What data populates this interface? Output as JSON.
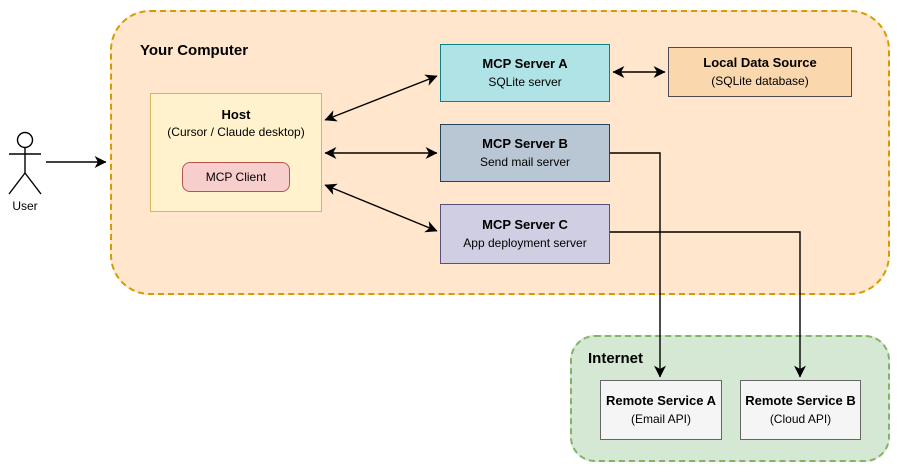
{
  "diagram": {
    "user": {
      "label": "User"
    },
    "your_computer": {
      "label": "Your Computer",
      "host": {
        "title": "Host",
        "subtitle": "(Cursor / Claude desktop)",
        "client_label": "MCP Client"
      },
      "servers": [
        {
          "title": "MCP Server A",
          "subtitle": "SQLite server"
        },
        {
          "title": "MCP Server B",
          "subtitle": "Send mail server"
        },
        {
          "title": "MCP Server C",
          "subtitle": "App deployment server"
        }
      ],
      "local_data_source": {
        "title": "Local Data Source",
        "subtitle": "(SQLite database)"
      }
    },
    "internet": {
      "label": "Internet",
      "services": [
        {
          "title": "Remote Service A",
          "subtitle": "(Email API)"
        },
        {
          "title": "Remote Service B",
          "subtitle": "(Cloud API)"
        }
      ]
    },
    "colors": {
      "your_computer_fill": "#ffe6cc",
      "your_computer_border": "#d79b00",
      "host_fill": "#fff2cc",
      "host_border": "#d6b656",
      "mcp_client_fill": "#f8cecc",
      "mcp_client_border": "#b85450",
      "server_a_fill": "#b0e3e6",
      "server_a_border": "#0e8088",
      "server_b_fill": "#b9c7d4",
      "server_b_border": "#23445d",
      "server_c_fill": "#d0cee2",
      "server_c_border": "#56517d",
      "local_data_source_fill": "#fad7ac",
      "internet_fill": "#d5e8d4",
      "internet_border": "#82b366",
      "remote_service_fill": "#f5f5f5",
      "connector": "#000000"
    }
  }
}
